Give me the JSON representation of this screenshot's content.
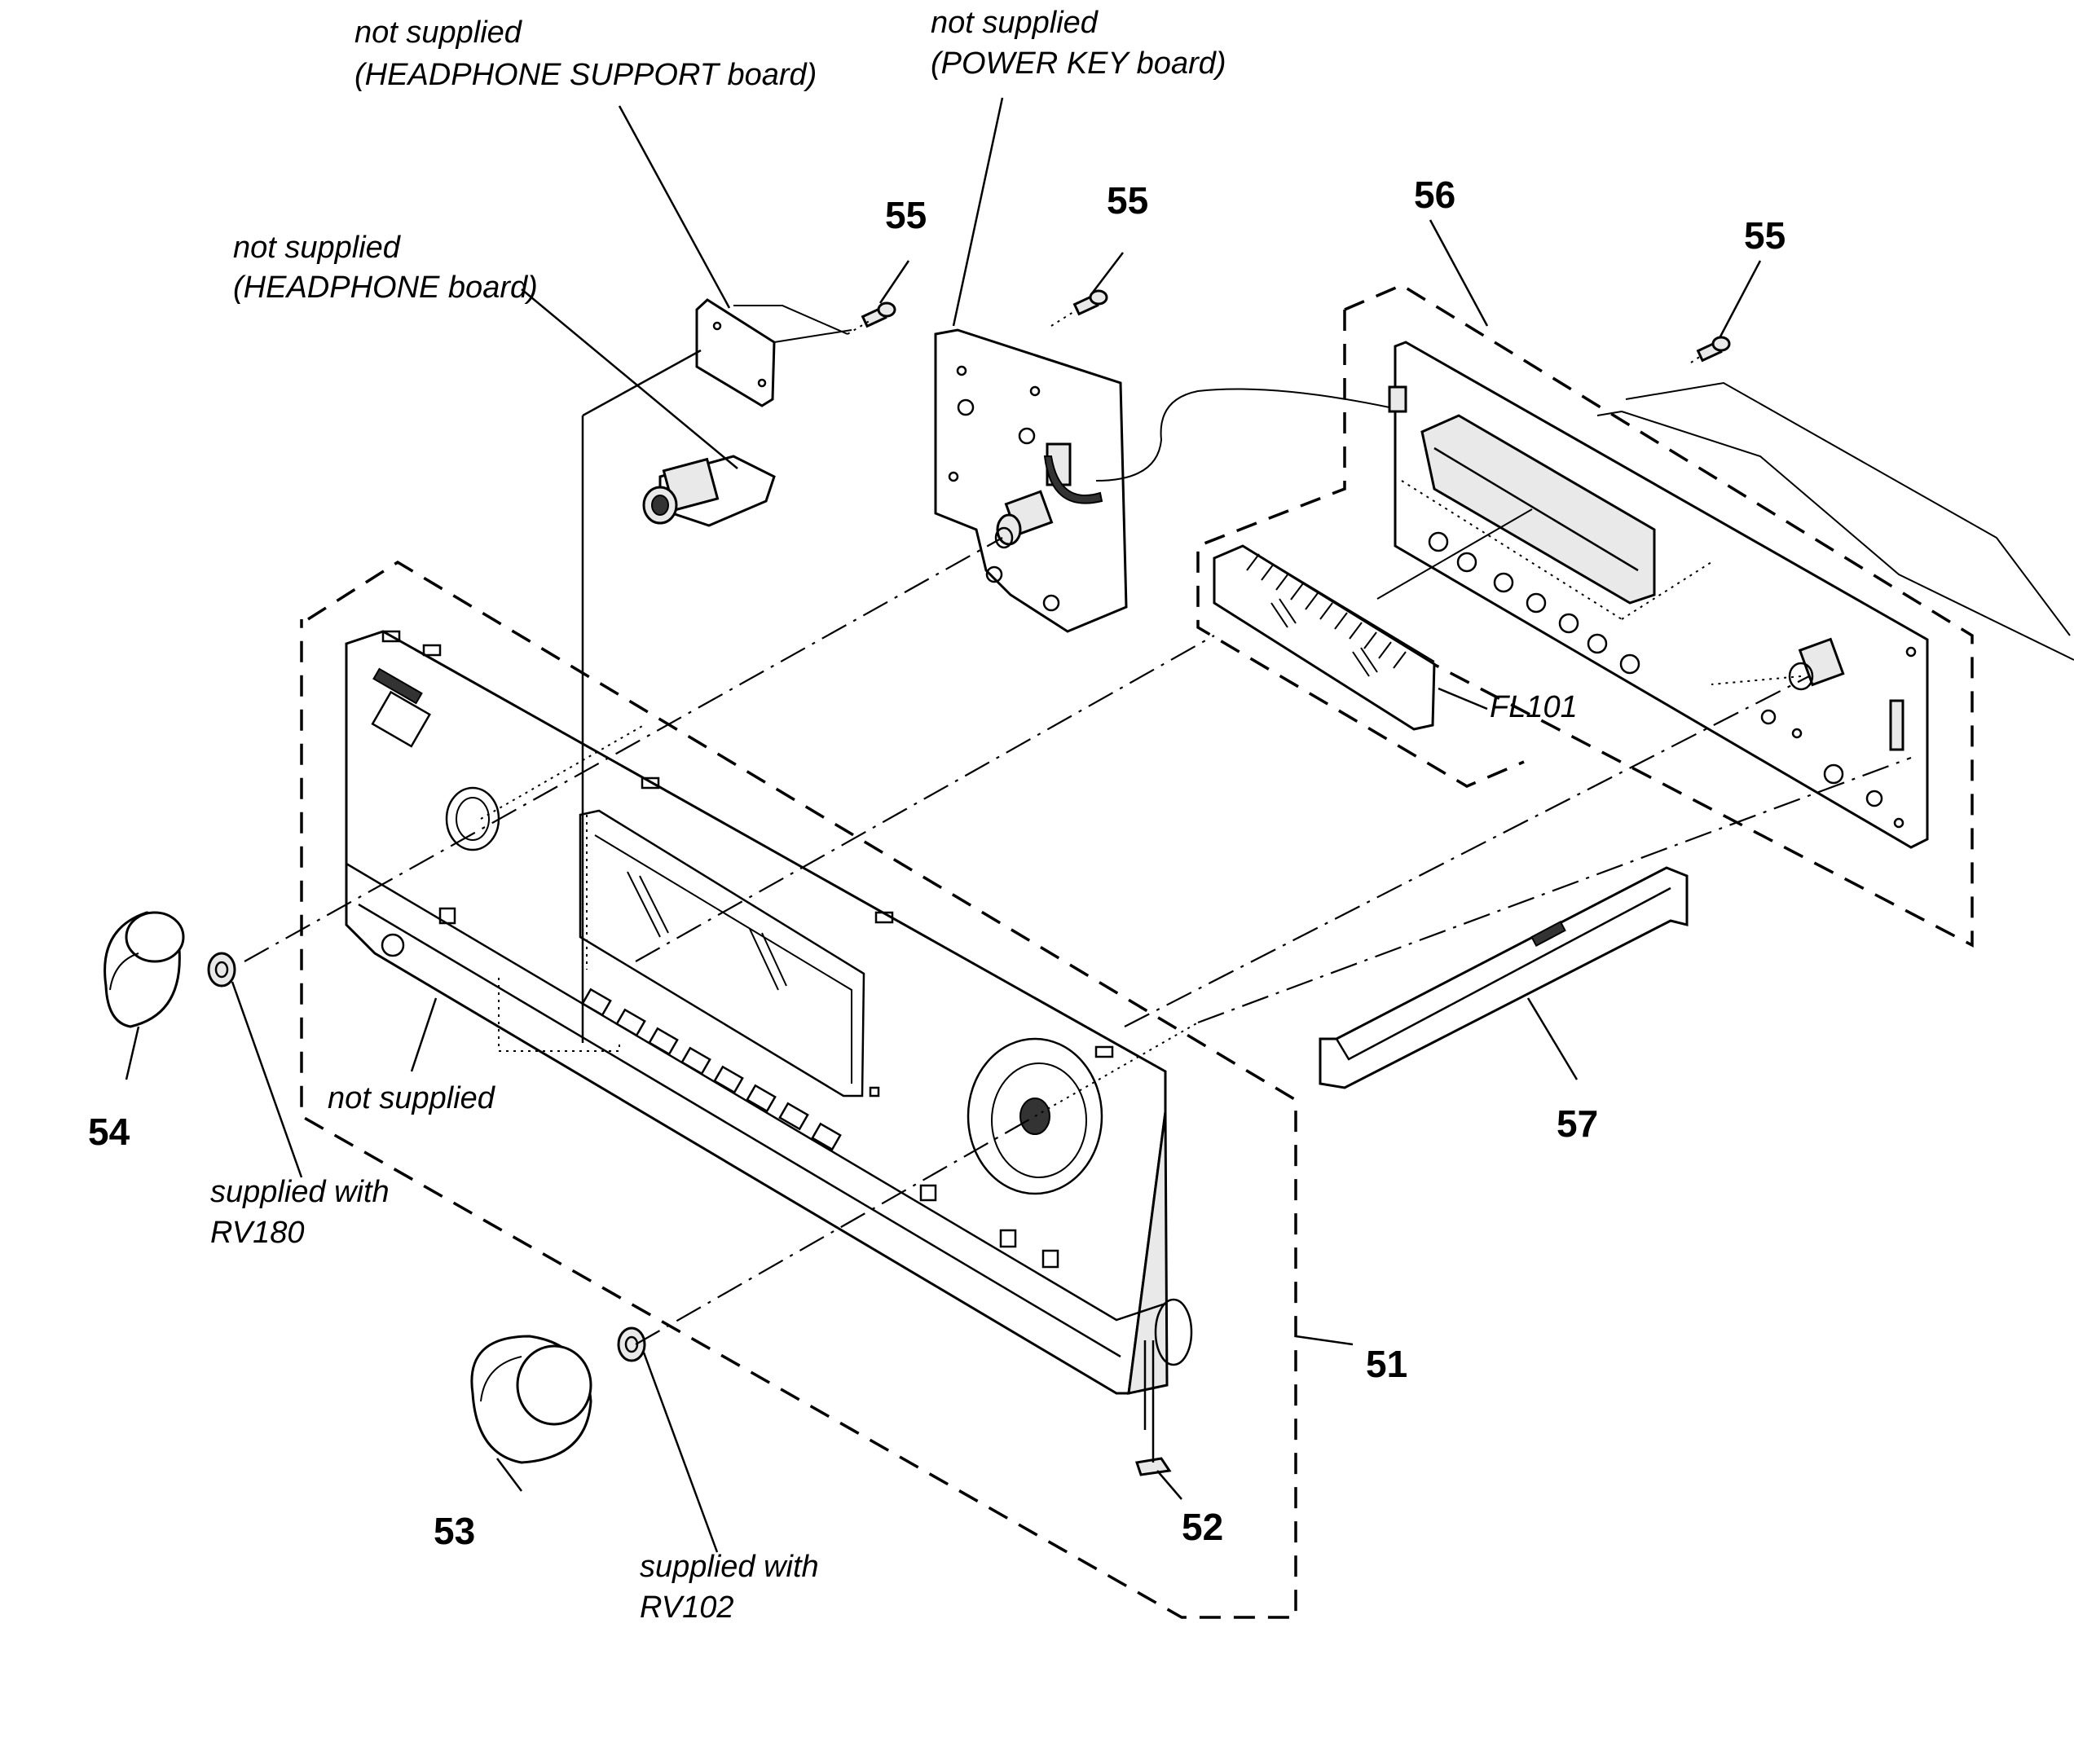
{
  "labels": {
    "headphone_support": {
      "line1": "not supplied",
      "line2": "(HEADPHONE SUPPORT board)"
    },
    "power_key": {
      "line1": "not supplied",
      "line2": "(POWER KEY board)"
    },
    "headphone": {
      "line1": "not supplied",
      "line2": "(HEADPHONE board)"
    },
    "front_not_supplied": "not supplied",
    "supplied_rv180": {
      "line1": "supplied with",
      "line2": "RV180"
    },
    "supplied_rv102": {
      "line1": "supplied with",
      "line2": "RV102"
    },
    "fl101": "FL101"
  },
  "part_numbers": {
    "p51": "51",
    "p52": "52",
    "p53": "53",
    "p54": "54",
    "p55_a": "55",
    "p55_b": "55",
    "p55_c": "55",
    "p56": "56",
    "p57": "57"
  }
}
